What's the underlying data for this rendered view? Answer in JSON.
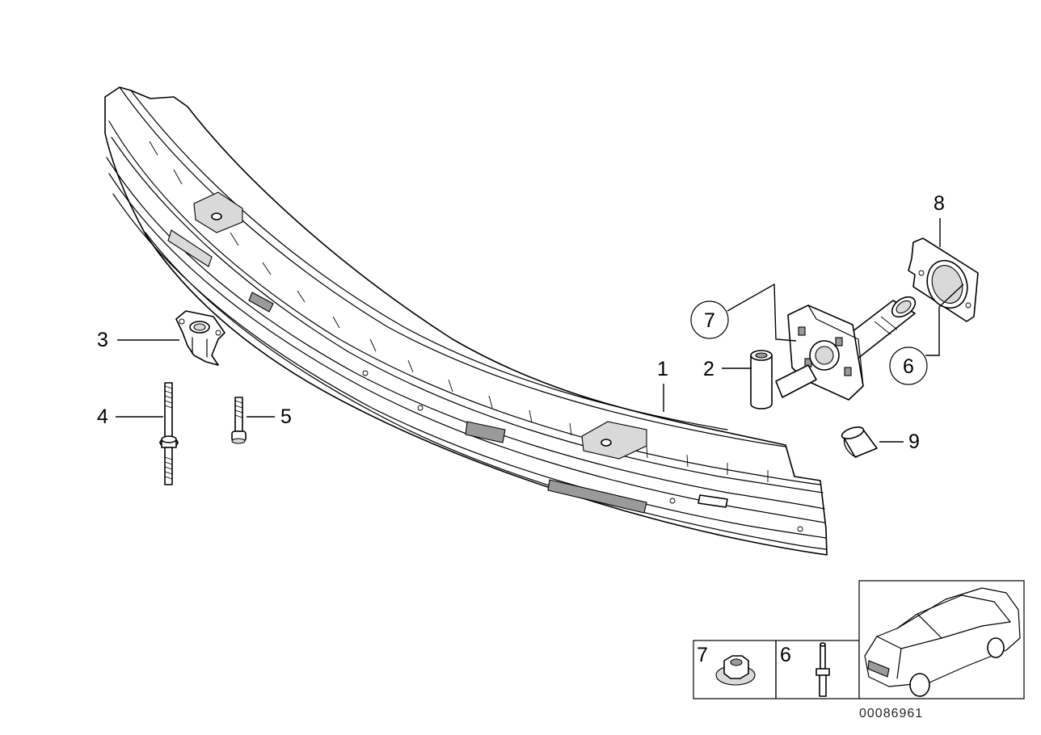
{
  "callouts": {
    "c1": "1",
    "c2": "2",
    "c3": "3",
    "c4": "4",
    "c5": "5",
    "c6": "6",
    "c7": "7",
    "c8": "8",
    "c9": "9"
  },
  "legend": {
    "left_number": "7",
    "right_number": "6"
  },
  "diagram_code": "00086961"
}
